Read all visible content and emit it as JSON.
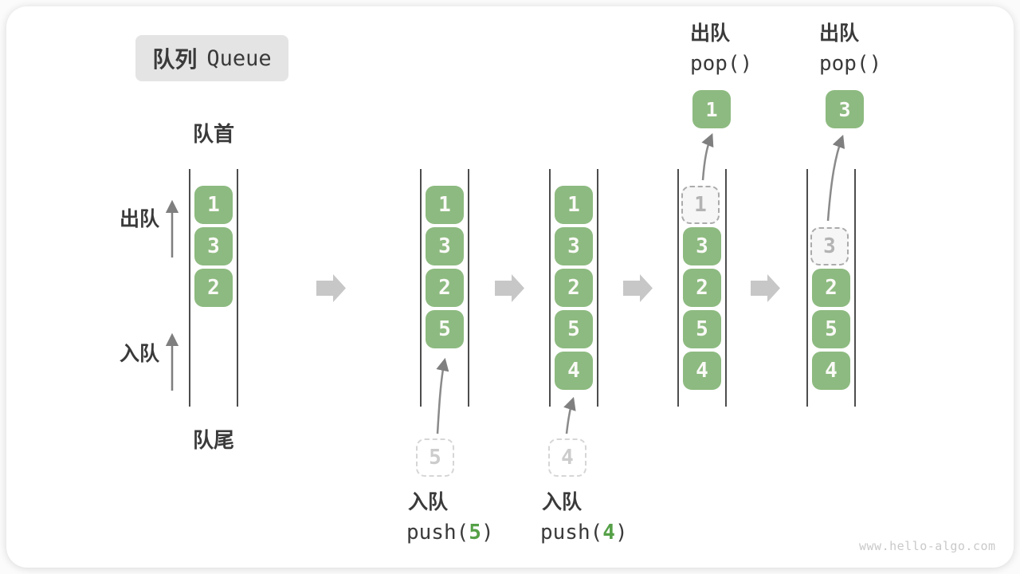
{
  "title": {
    "zh": "队列",
    "en": "Queue"
  },
  "labels": {
    "front": "队首",
    "rear": "队尾",
    "dequeue": "出队",
    "enqueue": "入队"
  },
  "colors": {
    "item_green": "#8dba80",
    "arg_green": "#55a047",
    "rail_gray": "#4d4d4d",
    "step_arrow_gray": "#c7c7c7",
    "ghost_gray": "#c9c9c9"
  },
  "states": [
    {
      "items": [
        "1",
        "3",
        "2"
      ]
    },
    {
      "items": [
        "1",
        "3",
        "2",
        "5"
      ],
      "incoming": "5",
      "op": {
        "zh": "入队",
        "fn_open": "push(",
        "arg": "5",
        "fn_close": ")"
      }
    },
    {
      "items": [
        "1",
        "3",
        "2",
        "5",
        "4"
      ],
      "incoming": "4",
      "op": {
        "zh": "入队",
        "fn_open": "push(",
        "arg": "4",
        "fn_close": ")"
      }
    },
    {
      "ghost": "1",
      "items": [
        "3",
        "2",
        "5",
        "4"
      ],
      "popped": "1",
      "op": {
        "zh": "出队",
        "fn": "pop()"
      }
    },
    {
      "ghost": "3",
      "items": [
        "2",
        "5",
        "4"
      ],
      "popped": "3",
      "op": {
        "zh": "出队",
        "fn": "pop()"
      }
    }
  ],
  "watermark": "www.hello-algo.com"
}
